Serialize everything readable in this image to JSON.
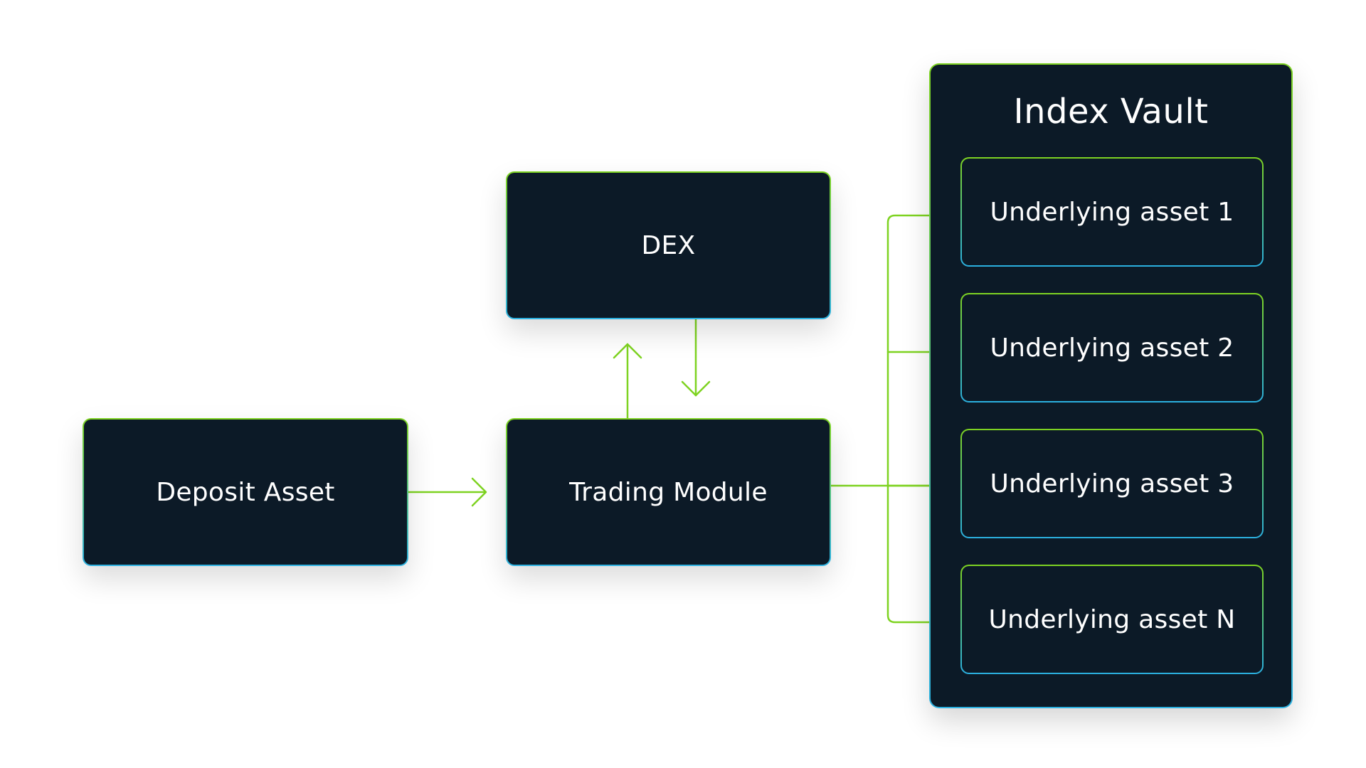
{
  "diagram": {
    "nodes": {
      "deposit": "Deposit Asset",
      "trading": "Trading Module",
      "dex": "DEX"
    },
    "vault": {
      "title": "Index Vault",
      "assets": [
        "Underlying asset 1",
        "Underlying asset 2",
        "Underlying asset 3",
        "Underlying asset N"
      ]
    },
    "colors": {
      "node_fill": "#0c1a27",
      "accent_green": "#7ed321",
      "accent_blue": "#2bb0e0",
      "text": "#ffffff",
      "background": "#ffffff"
    }
  }
}
